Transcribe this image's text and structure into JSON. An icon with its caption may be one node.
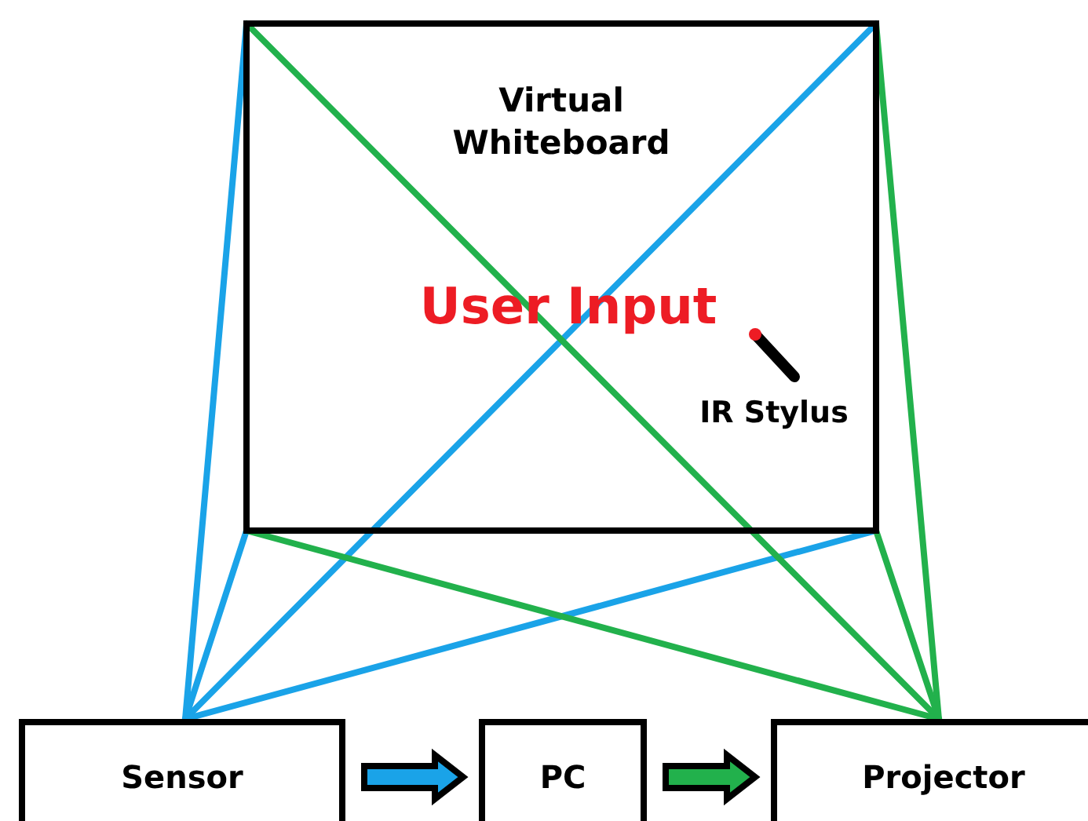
{
  "diagram": {
    "nodes": [
      {
        "text": [
          "Virtual Whiteboard"
        ]
      },
      {
        "text": [
          "User Input"
        ],
        "in": 0
      },
      {
        "text": [
          "IR Stylus"
        ],
        "in": 0
      },
      {
        "text": [
          "Sensor"
        ]
      },
      {
        "text": [
          "PC"
        ]
      },
      {
        "text": [
          "Projector"
        ]
      }
    ],
    "edges": [
      {
        "from": 3,
        "to": 4,
        "arrow": "to",
        "style": "thick",
        "color": "#1aa3e8"
      },
      {
        "from": 4,
        "to": 5,
        "arrow": "to",
        "style": "thick",
        "color": "#22b14c"
      },
      {
        "from": 3,
        "to": 0,
        "arrow": "none",
        "color": "#1aa3e8"
      },
      {
        "from": 3,
        "to": 0,
        "arrow": "none",
        "color": "#1aa3e8"
      },
      {
        "from": 3,
        "to": 0,
        "arrow": "none",
        "color": "#1aa3e8"
      },
      {
        "from": 3,
        "to": 0,
        "arrow": "none",
        "color": "#1aa3e8"
      },
      {
        "from": 5,
        "to": 0,
        "arrow": "none",
        "color": "#22b14c"
      },
      {
        "from": 5,
        "to": 0,
        "arrow": "none",
        "color": "#22b14c"
      },
      {
        "from": 5,
        "to": 0,
        "arrow": "none",
        "color": "#22b14c"
      },
      {
        "from": 5,
        "to": 0,
        "arrow": "none",
        "color": "#22b14c"
      }
    ]
  }
}
